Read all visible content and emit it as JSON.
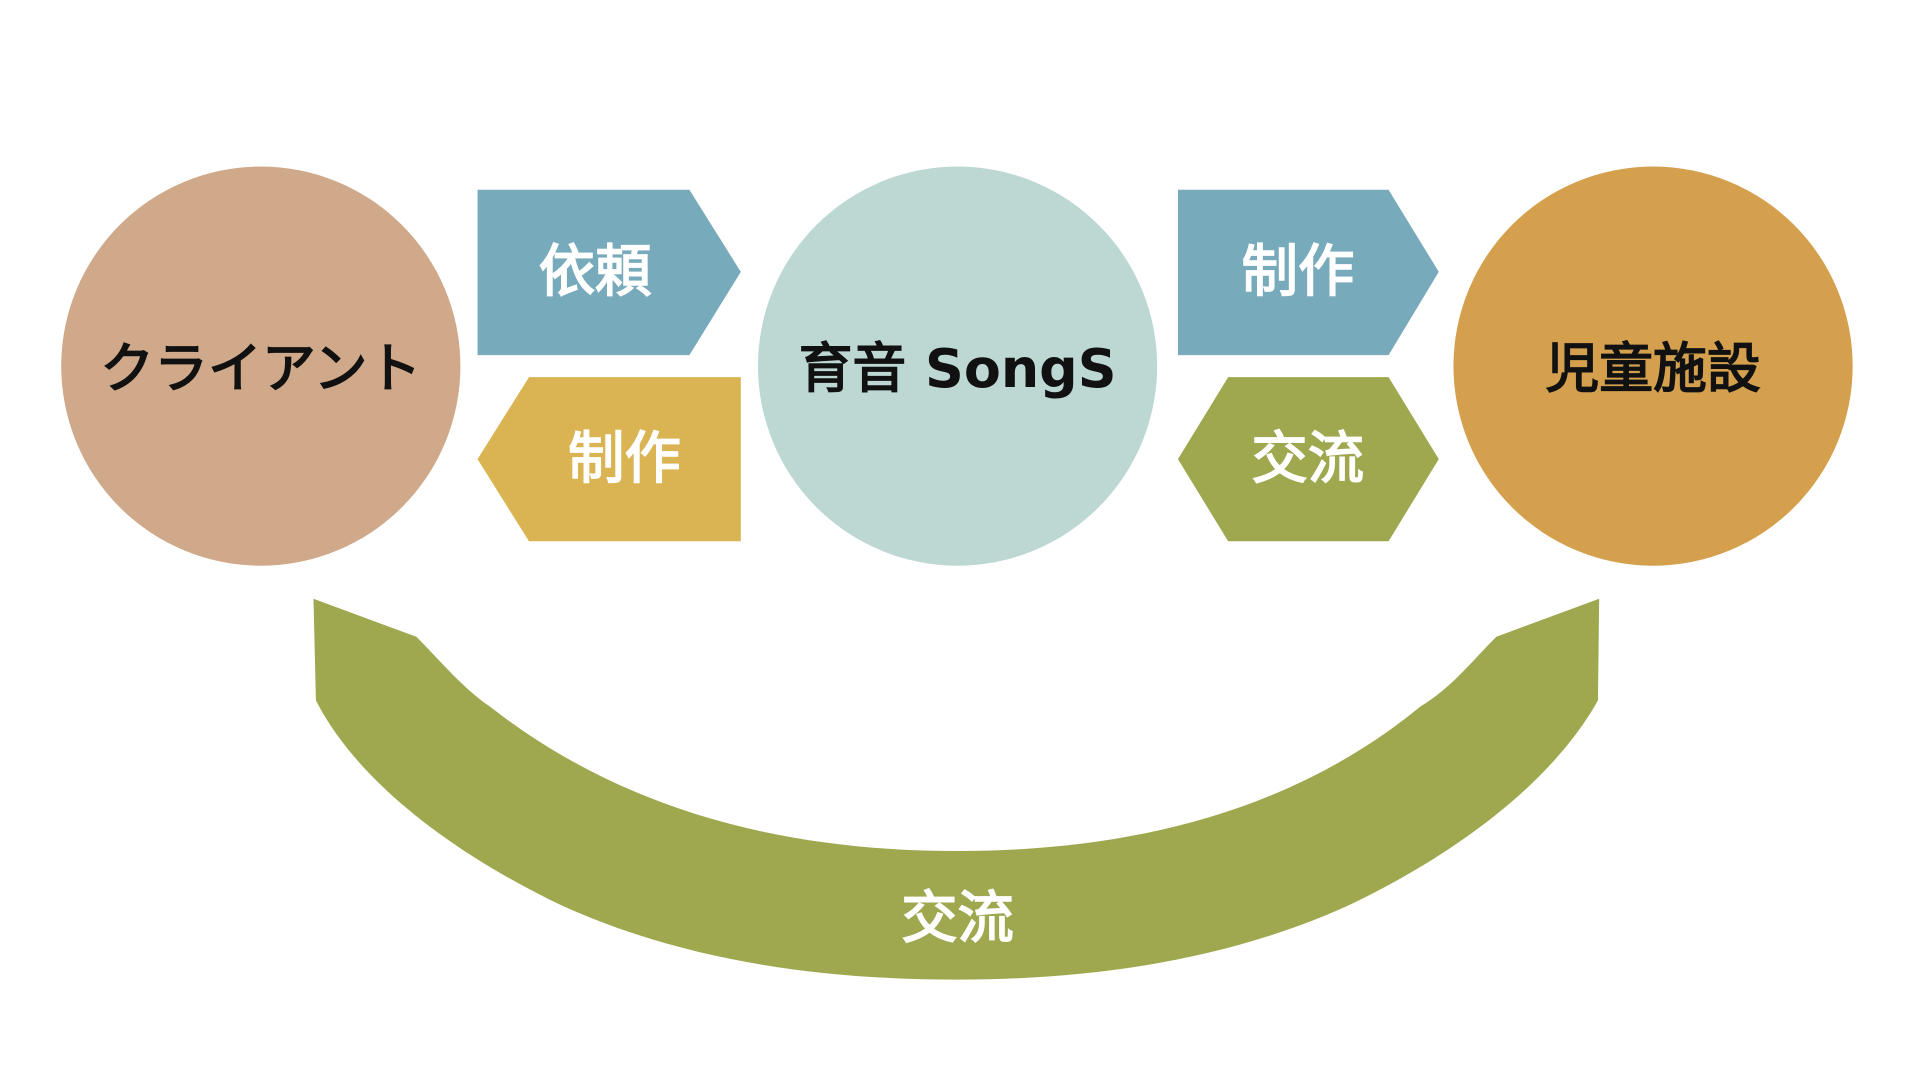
{
  "nodes": {
    "client": "クライアント",
    "center": "育音 SongS",
    "facility": "児童施設"
  },
  "arrows": {
    "request": "依頼",
    "production_to_client": "制作",
    "production_to_facility": "制作",
    "exchange_mid": "交流",
    "exchange_bottom": "交流"
  },
  "colors": {
    "client": "#CFA98A",
    "center": "#BDD7D3",
    "facility": "#D4A04E",
    "blue": "#77AABB",
    "yellow": "#DAB352",
    "green": "#9FA84F"
  }
}
